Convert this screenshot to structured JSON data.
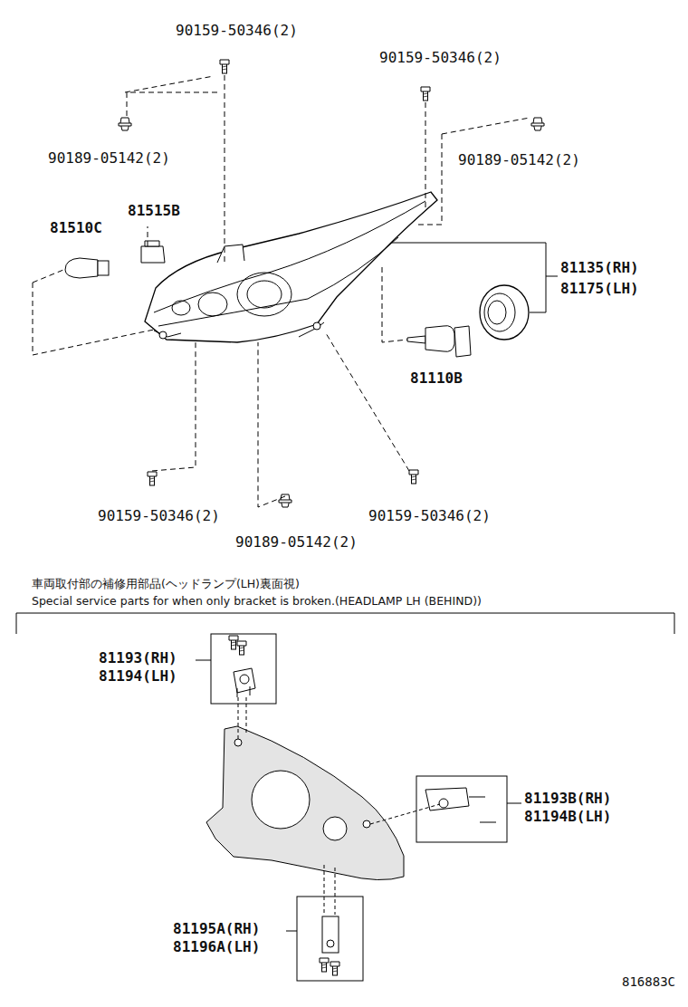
{
  "diagram": {
    "labels": [
      "90159-50346(2)",
      "90159-50346(2)",
      "90189-05142(2)",
      "90189-05142(2)",
      "81515B",
      "81510C",
      "81135(RH)",
      "81175(LH)",
      "81110B",
      "90159-50346(2)",
      "90159-50346(2)",
      "90189-05142(2)",
      "車両取付部の補修用部品(ヘッドランプ(LH)裏面視)",
      "Special service parts for when only bracket is broken.(HEADLAMP LH (BEHIND))",
      "81193(RH)",
      "81194(LH)",
      "81193B(RH)",
      "81194B(LH)",
      "81195A(RH)",
      "81196A(LH)",
      "816883C"
    ]
  }
}
